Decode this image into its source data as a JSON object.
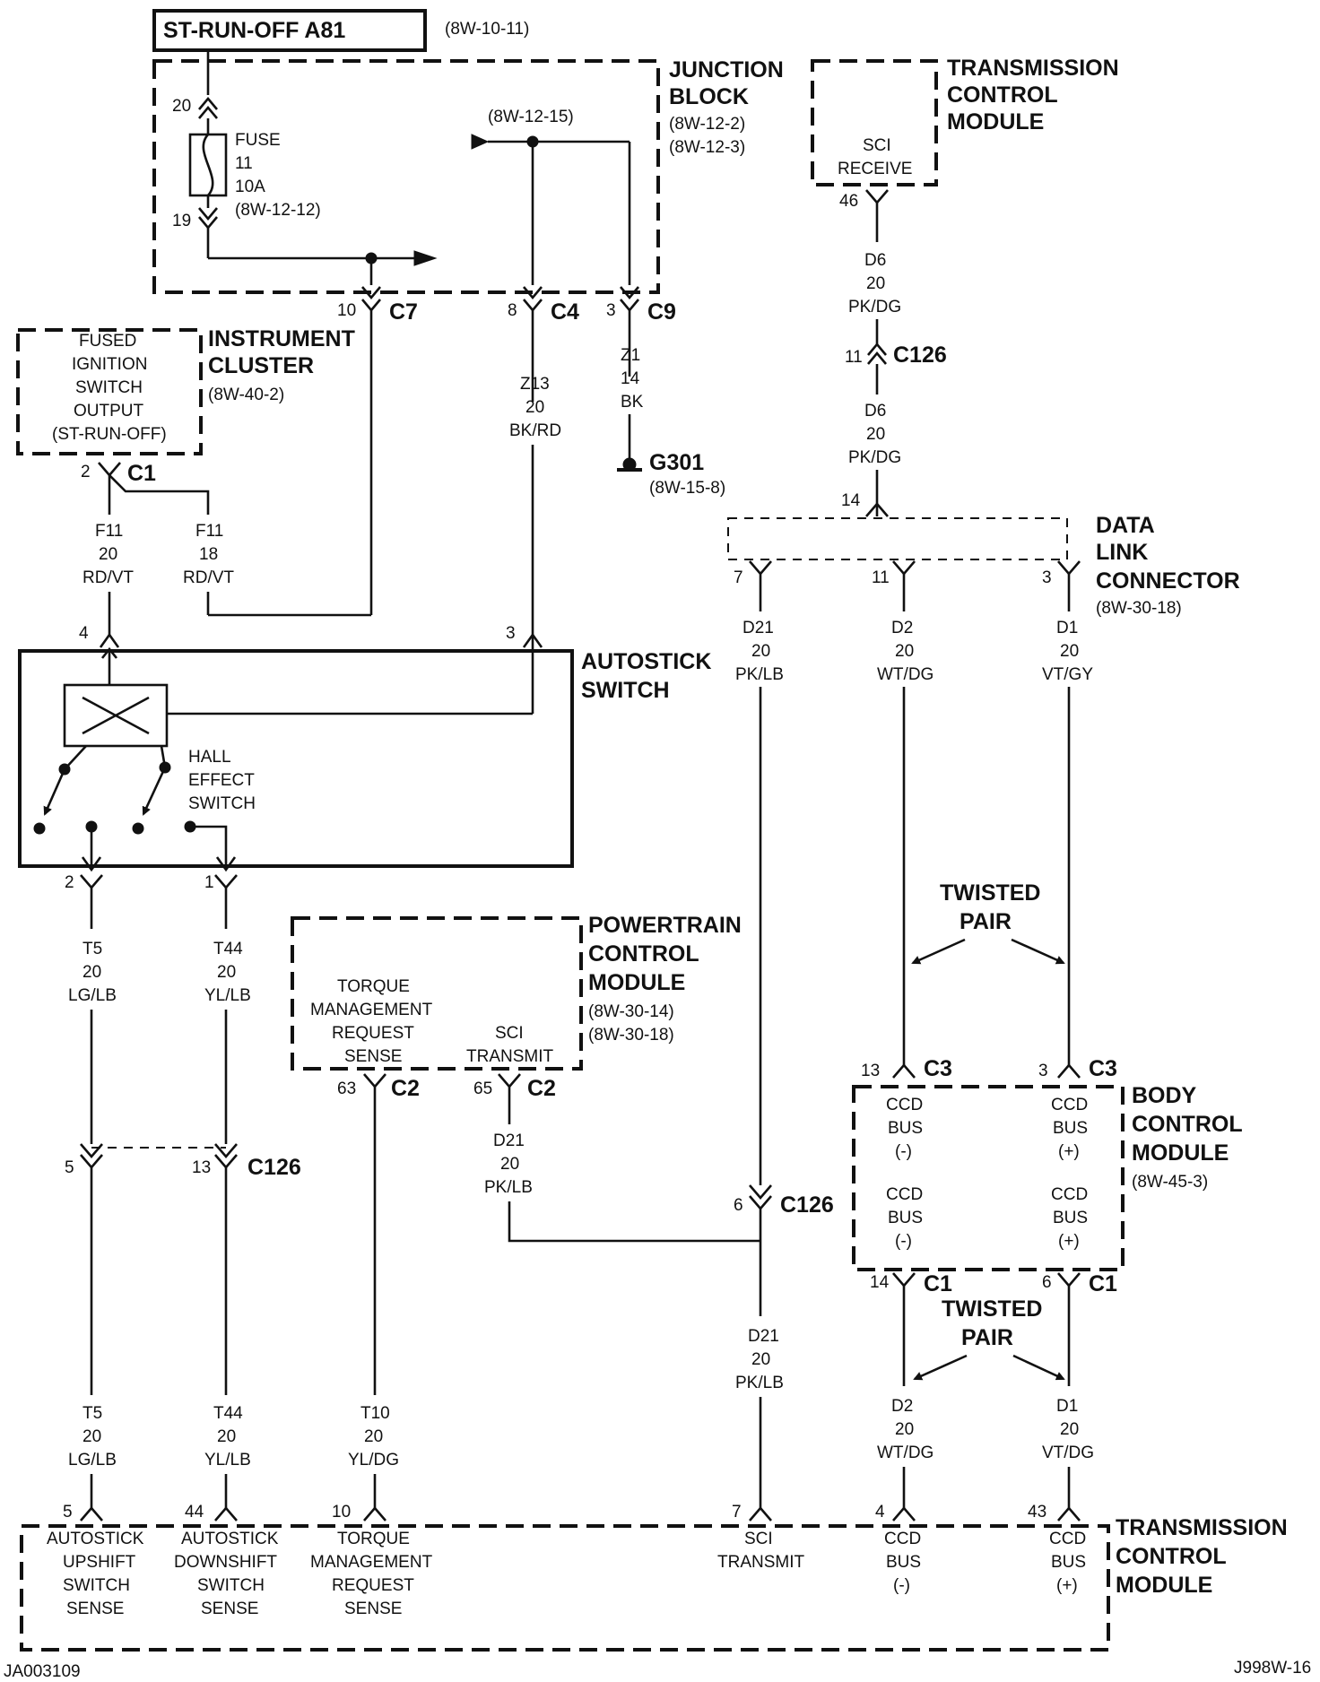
{
  "header": {
    "source_label": "ST-RUN-OFF A81",
    "source_ref": "(8W-10-11)"
  },
  "junction_block": {
    "title_1": "JUNCTION",
    "title_2": "BLOCK",
    "ref_1": "(8W-12-2)",
    "ref_2": "(8W-12-3)",
    "splice_ref": "(8W-12-15)",
    "fuse": {
      "line1": "FUSE",
      "line2": "11",
      "line3": "10A",
      "line4": "(8W-12-12)",
      "pin_top": "20",
      "pin_bottom": "19"
    }
  },
  "connectors_top": [
    {
      "pin": "10",
      "name": "C7"
    },
    {
      "pin": "8",
      "name": "C4"
    },
    {
      "pin": "3",
      "name": "C9"
    }
  ],
  "tcm_top": {
    "title_1": "TRANSMISSION",
    "title_2": "CONTROL",
    "title_3": "MODULE",
    "pin_label_1": "SCI",
    "pin_label_2": "RECEIVE",
    "pin": "46"
  },
  "wires": {
    "d6_upper": [
      "D6",
      "20",
      "PK/DG"
    ],
    "c126_top": {
      "pin": "11",
      "name": "C126"
    },
    "d6_lower": [
      "D6",
      "20",
      "PK/DG"
    ],
    "z13": [
      "Z13",
      "20",
      "BK/RD"
    ],
    "z1": [
      "Z1",
      "14",
      "BK"
    ],
    "f11_a": [
      "F11",
      "20",
      "RD/VT"
    ],
    "f11_b": [
      "F11",
      "18",
      "RD/VT"
    ],
    "d21_a": [
      "D21",
      "20",
      "PK/LB"
    ],
    "d2_a": [
      "D2",
      "20",
      "WT/DG"
    ],
    "d1_a": [
      "D1",
      "20",
      "VT/GY"
    ],
    "t5_a": [
      "T5",
      "20",
      "LG/LB"
    ],
    "t44_a": [
      "T44",
      "20",
      "YL/LB"
    ],
    "d21_pcm": [
      "D21",
      "20",
      "PK/LB"
    ],
    "d21_b": [
      "D21",
      "20",
      "PK/LB"
    ],
    "t5_b": [
      "T5",
      "20",
      "LG/LB"
    ],
    "t44_b": [
      "T44",
      "20",
      "YL/LB"
    ],
    "t10": [
      "T10",
      "20",
      "YL/DG"
    ],
    "d2_b": [
      "D2",
      "20",
      "WT/DG"
    ],
    "d1_b": [
      "D1",
      "20",
      "VT/DG"
    ]
  },
  "ground": {
    "name": "G301",
    "ref": "(8W-15-8)"
  },
  "instrument_cluster": {
    "title_1": "INSTRUMENT",
    "title_2": "CLUSTER",
    "ref": "(8W-40-2)",
    "pin_lines": [
      "FUSED",
      "IGNITION",
      "SWITCH",
      "OUTPUT",
      "(ST-RUN-OFF)"
    ],
    "pin": "2",
    "conn": "C1"
  },
  "data_link": {
    "title_1": "DATA",
    "title_2": "LINK",
    "title_3": "CONNECTOR",
    "ref": "(8W-30-18)",
    "pin_in": "14",
    "pins": [
      "7",
      "11",
      "3"
    ]
  },
  "autostick": {
    "title_1": "AUTOSTICK",
    "title_2": "SWITCH",
    "hall_1": "HALL",
    "hall_2": "EFFECT",
    "hall_3": "SWITCH",
    "pin_4": "4",
    "pin_3": "3",
    "pin_2": "2",
    "pin_1": "1"
  },
  "pcm": {
    "title_1": "POWERTRAIN",
    "title_2": "CONTROL",
    "title_3": "MODULE",
    "ref_1": "(8W-30-14)",
    "ref_2": "(8W-30-18)",
    "sense_lines": [
      "TORQUE",
      "MANAGEMENT",
      "REQUEST",
      "SENSE"
    ],
    "sci_1": "SCI",
    "sci_2": "TRANSMIT",
    "pin_63": "63",
    "pin_65": "65",
    "conn": "C2"
  },
  "twisted_pair": {
    "line1": "TWISTED",
    "line2": "PAIR"
  },
  "c126_mid": {
    "pin_5": "5",
    "pin_13": "13",
    "pin_6": "6",
    "name": "C126"
  },
  "bcm": {
    "title_1": "BODY",
    "title_2": "CONTROL",
    "title_3": "MODULE",
    "ref": "(8W-45-3)",
    "ccd": "CCD",
    "bus": "BUS",
    "neg": "(-)",
    "pos": "(+)",
    "pin_13": "13",
    "pin_3": "3",
    "pin_14": "14",
    "pin_6": "6",
    "conn_c3": "C3",
    "conn_c1": "C1"
  },
  "tcm_bottom": {
    "title_1": "TRANSMISSION",
    "title_2": "CONTROL",
    "title_3": "MODULE",
    "pins": [
      "5",
      "44",
      "10",
      "7",
      "4",
      "43"
    ],
    "up": [
      "AUTOSTICK",
      "UPSHIFT",
      "SWITCH",
      "SENSE"
    ],
    "down": [
      "AUTOSTICK",
      "DOWNSHIFT",
      "SWITCH",
      "SENSE"
    ],
    "torque": [
      "TORQUE",
      "MANAGEMENT",
      "REQUEST",
      "SENSE"
    ],
    "sci": [
      "SCI",
      "TRANSMIT"
    ],
    "ccd_neg": [
      "CCD",
      "BUS",
      "(-)"
    ],
    "ccd_pos": [
      "CCD",
      "BUS",
      "(+)"
    ]
  },
  "footer": {
    "left": "JA003109",
    "right": "J998W-16"
  }
}
